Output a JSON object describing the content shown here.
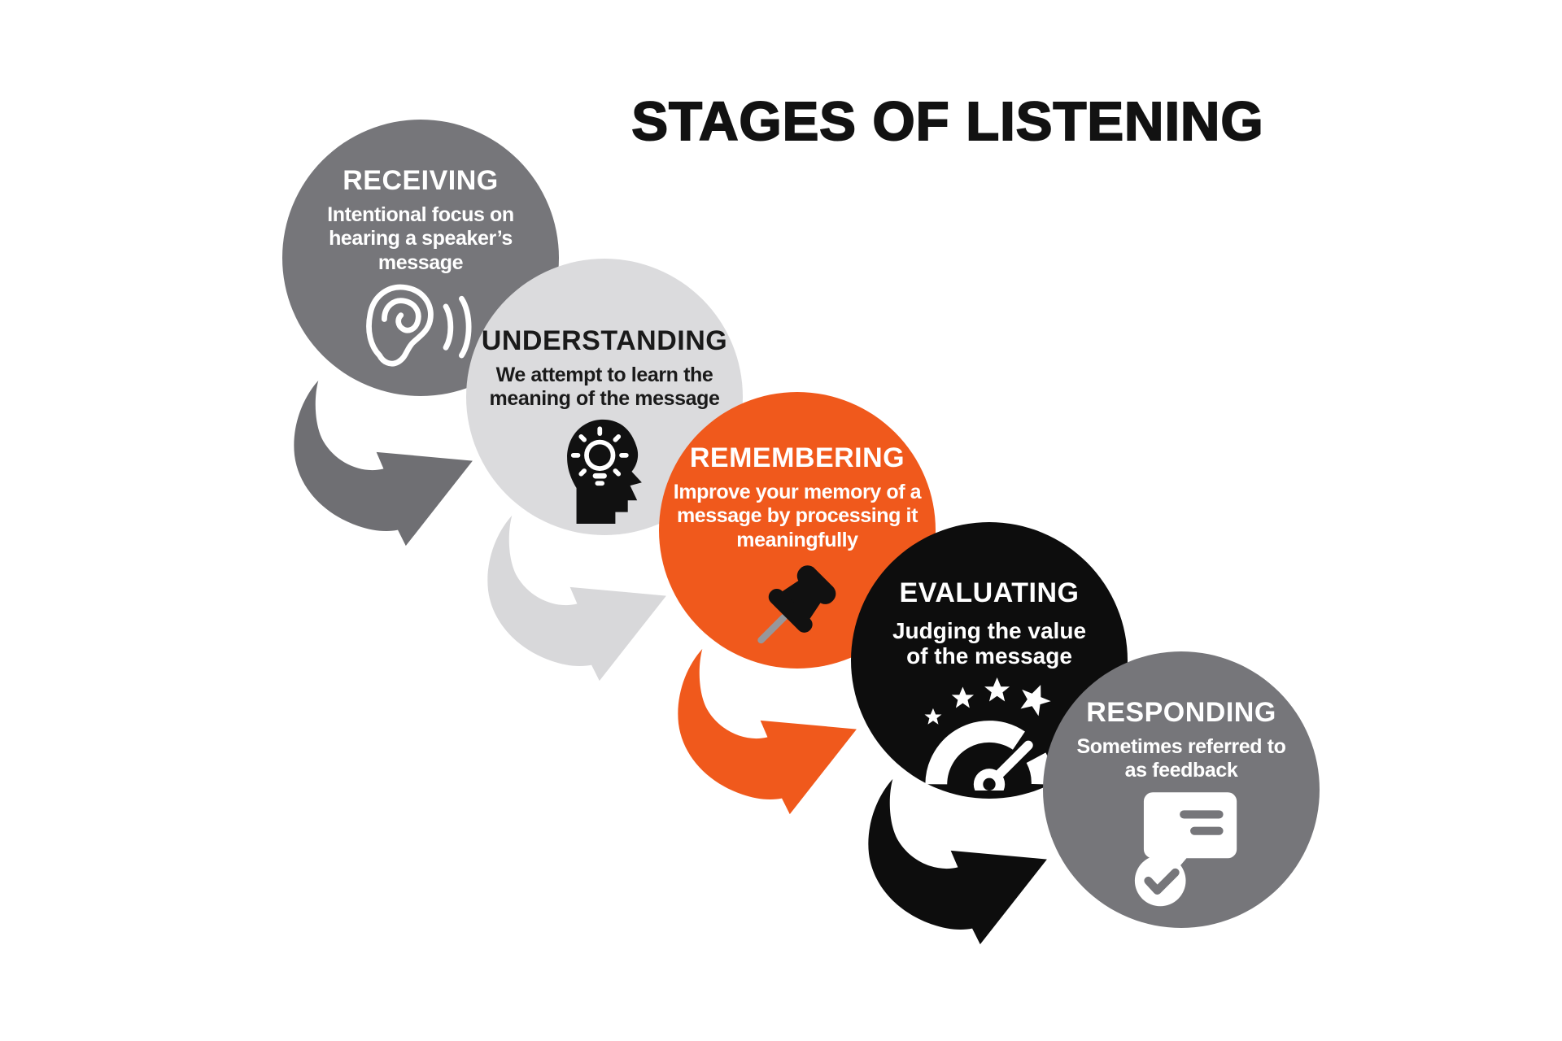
{
  "title": "STAGES OF LISTENING",
  "colors": {
    "background": "#ffffff",
    "title_text": "#121212",
    "gray": "#76767A",
    "light_gray": "#DBDBDD",
    "orange": "#F0591C",
    "black": "#0D0D0D",
    "white": "#ffffff",
    "pin_needle_gray": "#97979B"
  },
  "stages": [
    {
      "label": "RECEIVING",
      "desc_lines": [
        "Intentional focus on",
        "hearing a speaker’s",
        "message"
      ],
      "icon": "ear-sound-waves-icon",
      "bg": "#76767A",
      "text_color": "#ffffff"
    },
    {
      "label": "UNDERSTANDING",
      "desc_lines": [
        "We attempt to learn the",
        "meaning of the message"
      ],
      "icon": "head-lightbulb-icon",
      "bg": "#DBDBDD",
      "text_color": "#1A1A1A"
    },
    {
      "label": "REMEMBERING",
      "desc_lines": [
        "Improve your memory of a",
        "message by processing it",
        "meaningfully"
      ],
      "icon": "pushpin-icon",
      "bg": "#F0591C",
      "text_color": "#ffffff"
    },
    {
      "label": "EVALUATING",
      "desc_lines": [
        "Judging the value",
        "of the message"
      ],
      "icon": "gauge-stars-icon",
      "bg": "#0D0D0D",
      "text_color": "#ffffff"
    },
    {
      "label": "RESPONDING",
      "desc_lines": [
        "Sometimes referred to",
        "as feedback"
      ],
      "icon": "chat-bubble-check-icon",
      "bg": "#76767A",
      "text_color": "#ffffff"
    }
  ],
  "arrows": [
    {
      "name": "arrow-receiving-to-understanding",
      "color": "#6F6F73"
    },
    {
      "name": "arrow-understanding-to-remembering",
      "color": "#D8D8DA"
    },
    {
      "name": "arrow-remembering-to-evaluating",
      "color": "#F0591C"
    },
    {
      "name": "arrow-evaluating-to-responding",
      "color": "#0D0D0D"
    }
  ]
}
